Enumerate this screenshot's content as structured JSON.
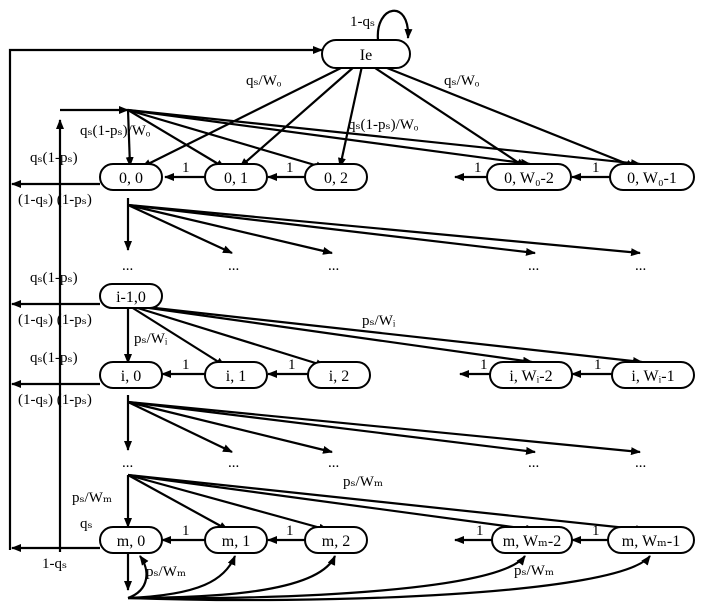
{
  "nodes": {
    "ie": "Ie",
    "s00": "0, 0",
    "s01": "0, 1",
    "s02": "0, 2",
    "s0w2": "0, W₀-2",
    "s0w1": "0, W₀-1",
    "si10": "i-1,0",
    "si0": "i, 0",
    "si1": "i, 1",
    "si2": "i, 2",
    "siw2": "i, Wᵢ-2",
    "siw1": "i, Wᵢ-1",
    "sm0": "m, 0",
    "sm1": "m, 1",
    "sm2": "m, 2",
    "smw2": "m, Wₘ-2",
    "smw1": "m, Wₘ-1"
  },
  "labels": {
    "ie_self": "1-qₛ",
    "qs_wo": "qₛ/Wₒ",
    "qs1ps_wo": "qₛ(1-pₛ)/Wₒ",
    "qs1ps": "qₛ(1-pₛ)",
    "one_minus_qs_ps": "(1-qₛ) (1-pₛ)",
    "ps_wi": "pₛ/Wᵢ",
    "ps_wm": "pₛ/Wₘ",
    "qs": "qₛ",
    "one_minus_qs": "1-qₛ",
    "one": "1",
    "dots": "..."
  }
}
